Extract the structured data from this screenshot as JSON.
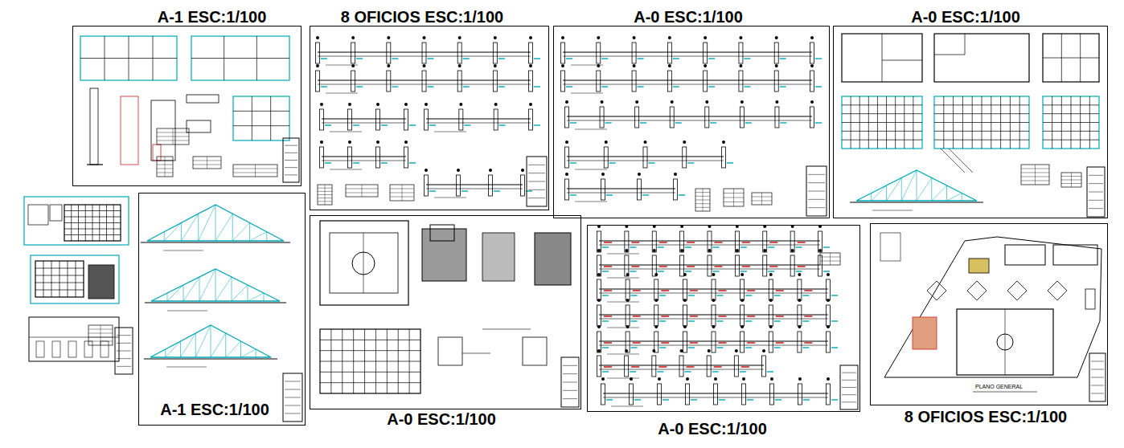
{
  "diagram": {
    "nodes": [
      {
        "text": [
          "A-1 ESC:1/100"
        ]
      },
      {
        "text": [
          "8 OFICIOS ESC:1/100"
        ]
      },
      {
        "text": [
          "A-0 ESC:1/100"
        ]
      },
      {
        "text": [
          "A-0 ESC:1/100"
        ]
      },
      {
        "text": [
          "A-1 ESC:1/100"
        ]
      },
      {
        "text": [
          "A-0 ESC:1/100"
        ]
      },
      {
        "text": [
          "A-0 ESC:1/100"
        ]
      },
      {
        "text": [
          "8 OFICIOS ESC:1/100"
        ]
      }
    ],
    "labels": [
      "PLANO GENERAL"
    ]
  }
}
